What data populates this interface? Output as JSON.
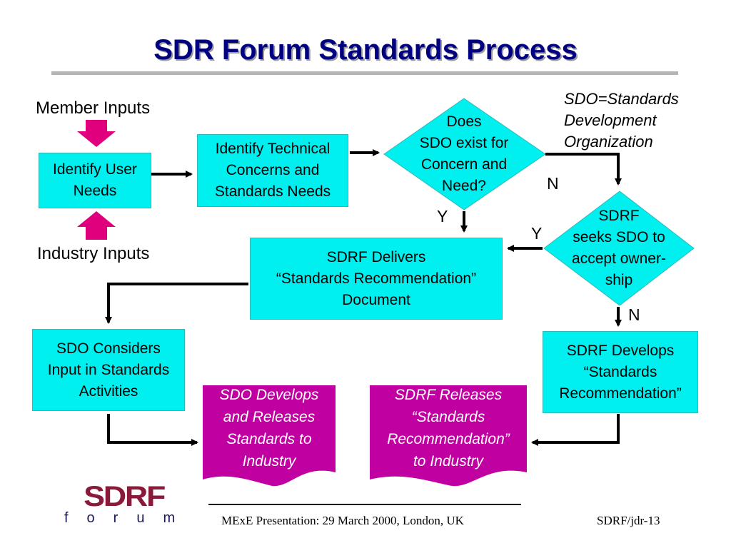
{
  "title": "SDR Forum Standards Process",
  "note": [
    "SDO=Standards",
    "Development",
    "Organization"
  ],
  "labels": {
    "member_inputs": "Member Inputs",
    "industry_inputs": "Industry Inputs",
    "y1": "Y",
    "n1": "N",
    "y2": "Y",
    "n2": "N"
  },
  "boxes": {
    "identify_user_needs": "Identify User\nNeeds",
    "identify_technical": "Identify Technical\nConcerns and\nStandards Needs",
    "sdrf_delivers": "SDRF Delivers\n“Standards Recommendation”\nDocument",
    "sdo_considers": "SDO Considers\nInput in Standards\nActivities",
    "sdrf_develops": "SDRF Develops\n“Standards\nRecommendation”"
  },
  "decisions": {
    "sdo_exists": "Does\nSDO exist for\nConcern and\nNeed?",
    "sdrf_seeks": "SDRF\nseeks SDO to\naccept owner-\nship"
  },
  "documents": {
    "sdo_develops": "SDO Develops\nand Releases\nStandards to\nIndustry",
    "sdrf_releases": "SDRF Releases\n“Standards\nRecommendation”\nto Industry"
  },
  "footer": {
    "logo_text": "SDRF",
    "logo_subtext": "forum",
    "presentation": "MExE Presentation: 29 March 2000, London, UK",
    "slide_id": "SDRF/jdr-13"
  },
  "colors": {
    "title": "#000080",
    "box_fill": "#00f0f0",
    "document_fill": "#c000a0",
    "input_arrow": "#e0007e",
    "logo": "#8b1a3a"
  }
}
